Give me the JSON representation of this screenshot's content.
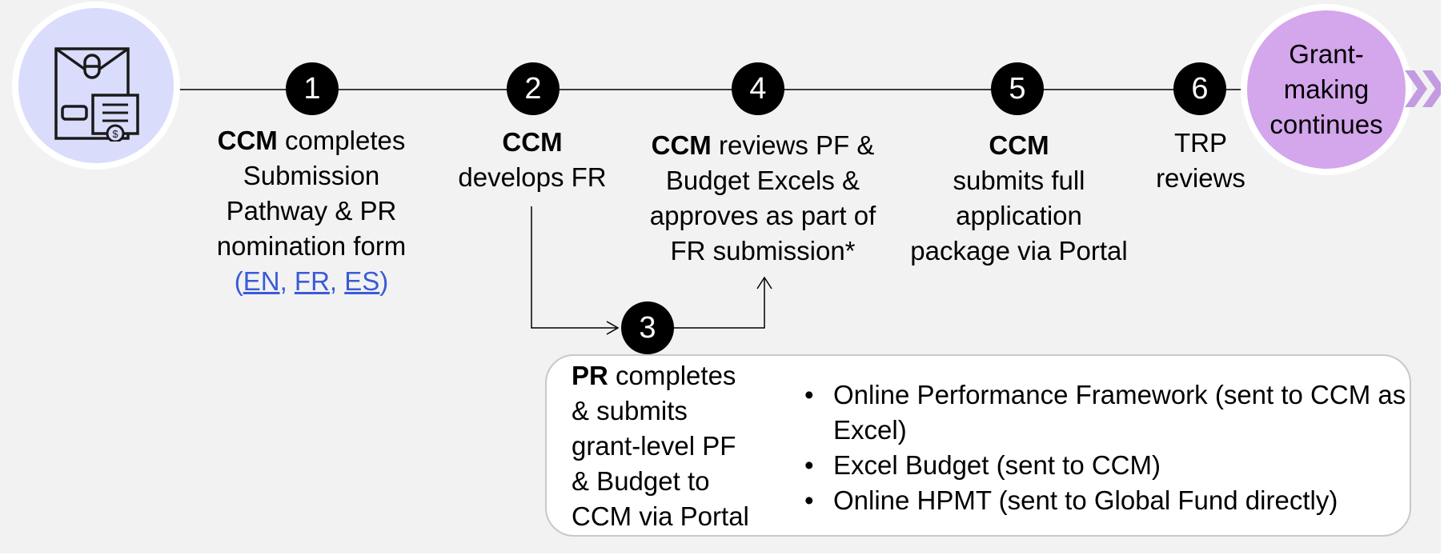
{
  "start": {
    "icon": "envelope-invoice-icon"
  },
  "steps": [
    {
      "number": "1",
      "actor": "CCM",
      "text": "completes",
      "lines": [
        "Submission",
        "Pathway & PR",
        "nomination form"
      ],
      "links": [
        "EN",
        "FR",
        "ES"
      ]
    },
    {
      "number": "2",
      "actor": "CCM",
      "lines": [
        "develops FR"
      ]
    },
    {
      "number": "3",
      "actor": "PR",
      "text": "completes",
      "lines": [
        "& submits",
        "grant-level PF",
        "& Budget to",
        "CCM via Portal"
      ],
      "items": [
        "Online Performance Framework (sent to CCM as Excel)",
        "Excel Budget (sent to CCM)",
        "Online HPMT (sent to Global Fund directly)"
      ]
    },
    {
      "number": "4",
      "actor": "CCM",
      "text": "reviews PF &",
      "lines": [
        "Budget Excels &",
        "approves as part of",
        "FR submission*"
      ]
    },
    {
      "number": "5",
      "actor": "CCM",
      "lines": [
        "submits full",
        "application",
        "package via Portal"
      ]
    },
    {
      "number": "6",
      "lines": [
        "TRP",
        "reviews"
      ]
    }
  ],
  "end": {
    "lines": [
      "Grant-",
      "making",
      "continues"
    ],
    "chevron_icon": "double-chevron-right-icon"
  },
  "colors": {
    "link": "#3a5bd9",
    "start_circle": "#d9dcfb",
    "end_circle": "#d4a6ec",
    "chevron": "#c39be0"
  }
}
